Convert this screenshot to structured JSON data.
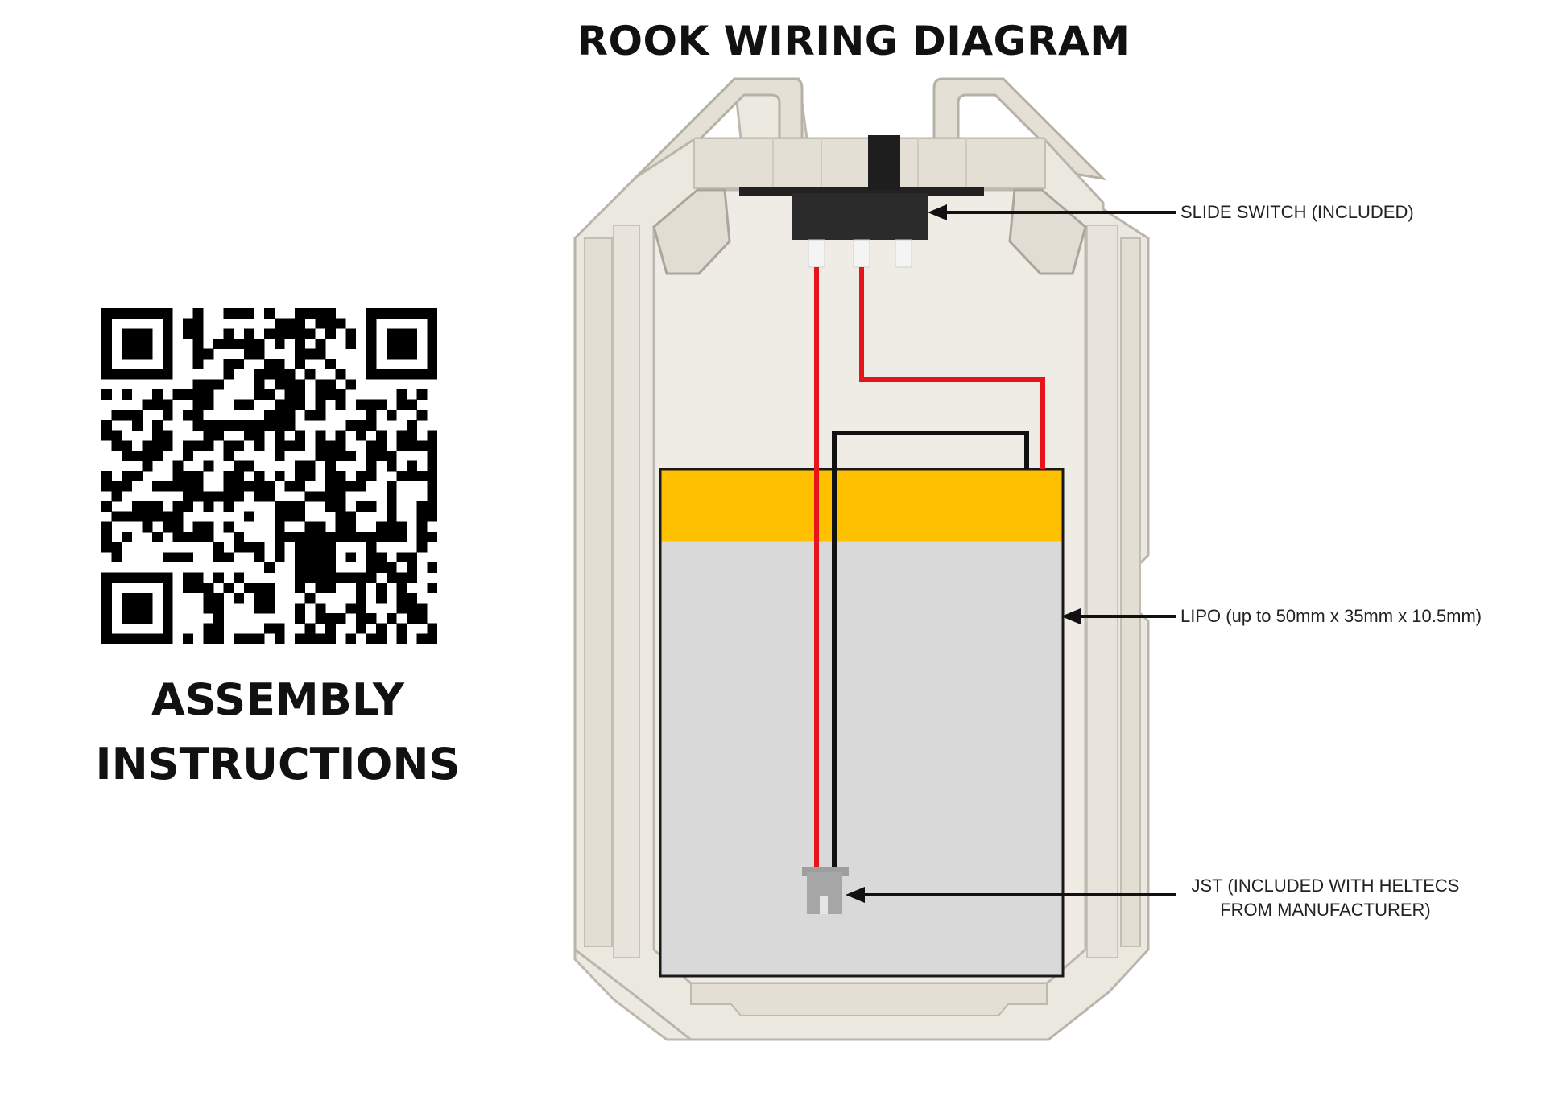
{
  "title": "ROOK WIRING DIAGRAM",
  "qr": {
    "caption_line1": "ASSEMBLY",
    "caption_line2": "INSTRUCTIONS"
  },
  "labels": {
    "slide_switch": "SLIDE SWITCH (INCLUDED)",
    "lipo": "LIPO (up to 50mm x 35mm x 10.5mm)",
    "jst_line1": "JST (INCLUDED WITH HELTECS",
    "jst_line2": "FROM MANUFACTURER)"
  },
  "colors": {
    "wire_positive": "#e8141b",
    "wire_negative": "#111111",
    "battery_label_band": "#ffc000",
    "battery_body": "#d9d9d9",
    "case": "#e9e6dd"
  }
}
